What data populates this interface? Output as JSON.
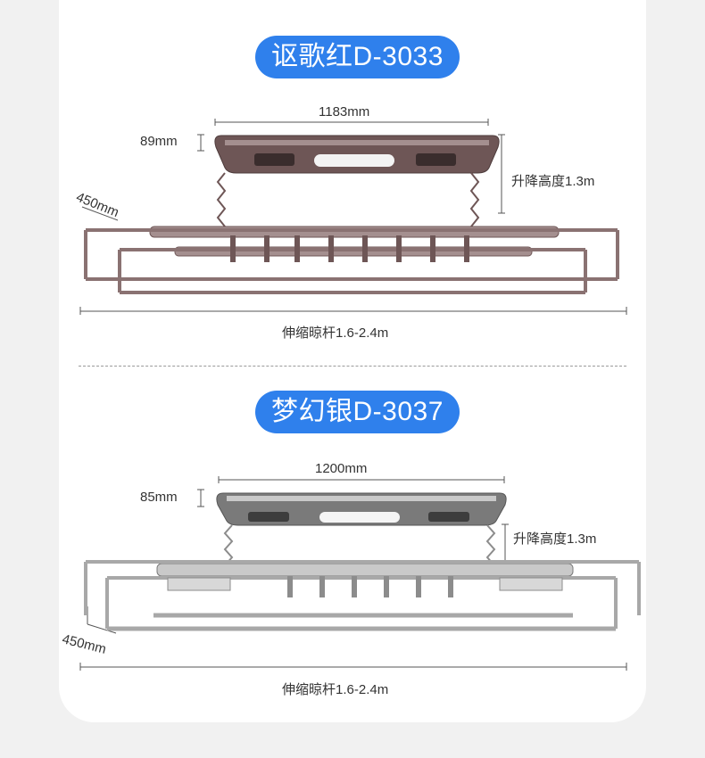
{
  "products": [
    {
      "title": "讴歌红D-3033",
      "thickness": "89mm",
      "length": "1183mm",
      "lift": "升降高度1.3m",
      "depth": "450mm",
      "rod": "伸缩晾杆1.6-2.4m",
      "colors": {
        "frame": "#6e5656",
        "frame_light": "#a48f8f",
        "rod": "#8a7272"
      }
    },
    {
      "title": "梦幻银D-3037",
      "thickness": "85mm",
      "length": "1200mm",
      "lift": "升降高度1.3m",
      "depth": "450mm",
      "rod": "伸缩晾杆1.6-2.4m",
      "colors": {
        "frame": "#7a7a7a",
        "frame_light": "#c9c9c9",
        "rod": "#a8a8a8"
      }
    }
  ],
  "colors": {
    "pill": "#2f80ec",
    "background": "#f1f1f1",
    "card": "#ffffff"
  }
}
